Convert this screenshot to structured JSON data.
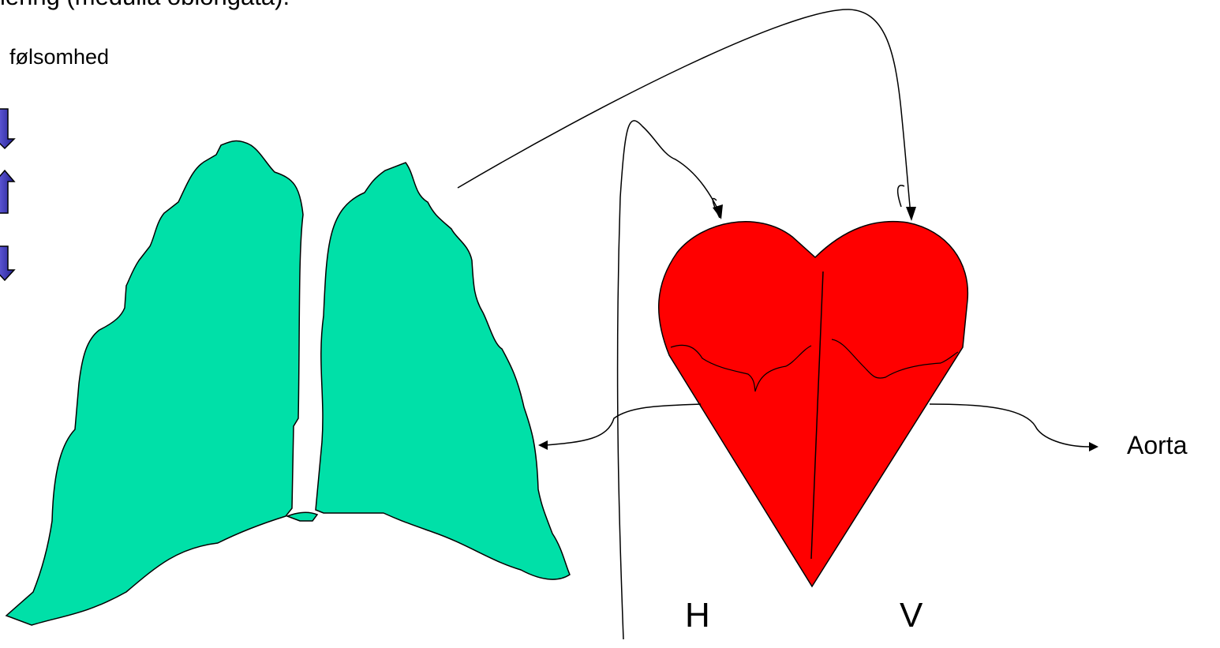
{
  "header": {
    "partial_text": "lering (medulla oblongata)."
  },
  "sensitivity_label": "følsomhed",
  "indicators": [
    {
      "direction": "down",
      "color": "#3a33c8"
    },
    {
      "direction": "up",
      "color": "#3a33c8"
    },
    {
      "direction": "down",
      "color": "#3a33c8"
    }
  ],
  "labels": {
    "aorta": "Aorta",
    "right_side": "H",
    "left_side": "V"
  },
  "colors": {
    "lungs": "#00e0a8",
    "heart": "#ff0000",
    "outline": "#000000"
  }
}
